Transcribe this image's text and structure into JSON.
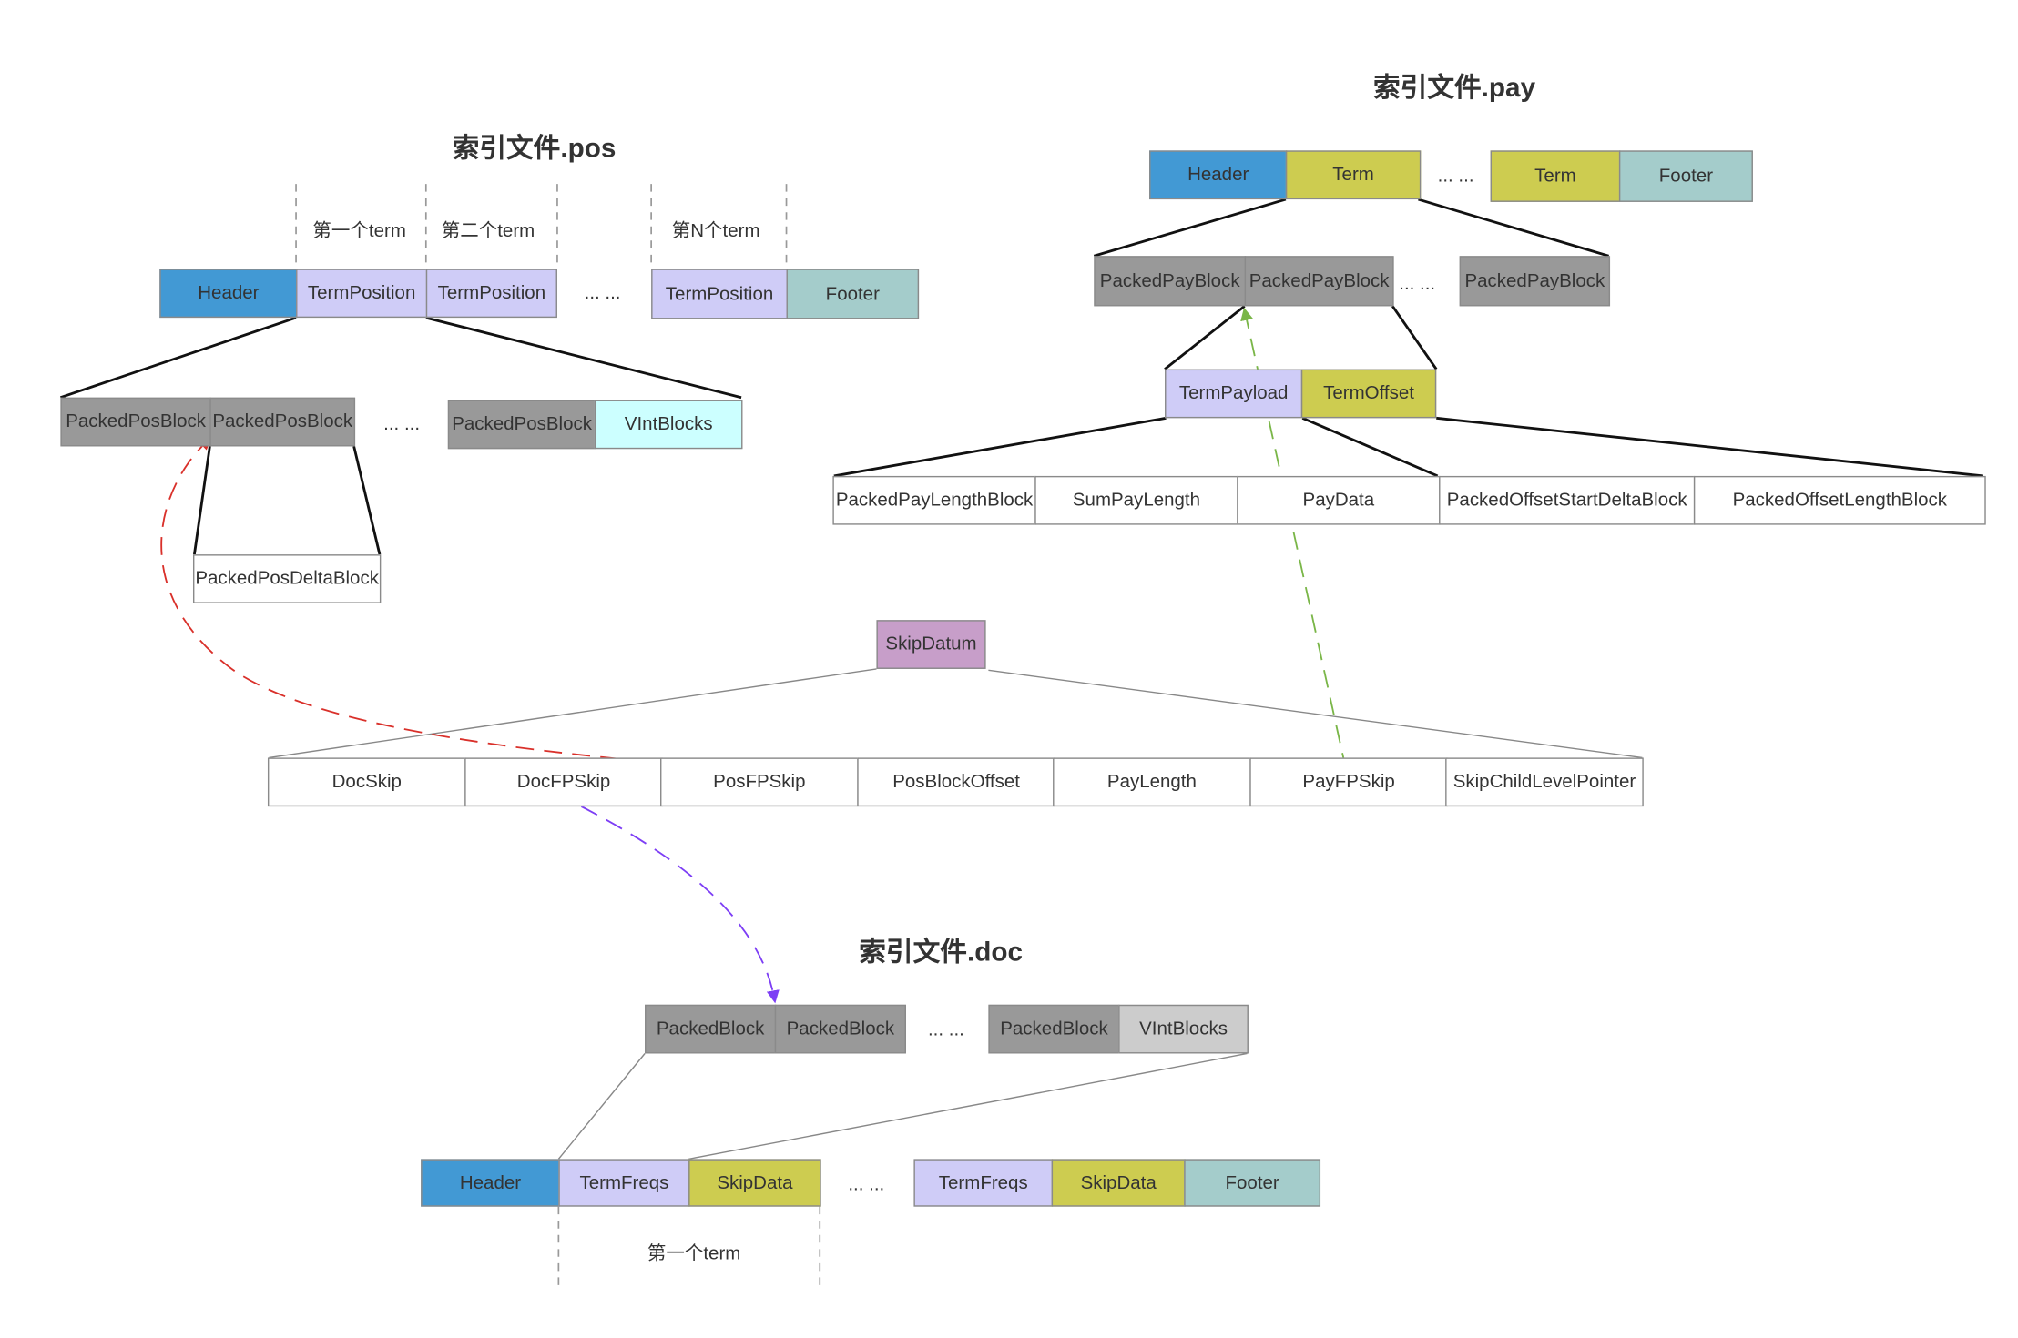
{
  "titles": {
    "pos": "索引文件.pos",
    "pay": "索引文件.pay",
    "doc": "索引文件.doc"
  },
  "pos": {
    "term_labels": [
      "第一个term",
      "第二个term",
      "第N个term"
    ],
    "row1": [
      "Header",
      "TermPosition",
      "TermPosition",
      "TermPosition",
      "Footer"
    ],
    "ellipsis": "... ...",
    "row2": [
      "PackedPosBlock",
      "PackedPosBlock",
      "PackedPosBlock",
      "VIntBlocks"
    ],
    "delta_block": "PackedPosDeltaBlock"
  },
  "pay": {
    "row1": [
      "Header",
      "Term",
      "Term",
      "Footer"
    ],
    "ellipsis": "... ...",
    "row2": [
      "PackedPayBlock",
      "PackedPayBlock",
      "PackedPayBlock"
    ],
    "row3": [
      "TermPayload",
      "TermOffset"
    ],
    "row4": [
      "PackedPayLengthBlock",
      "SumPayLength",
      "PayData",
      "PackedOffsetStartDeltaBlock",
      "PackedOffsetLengthBlock"
    ]
  },
  "skip": {
    "datum": "SkipDatum",
    "fields": [
      "DocSkip",
      "DocFPSkip",
      "PosFPSkip",
      "PosBlockOffset",
      "PayLength",
      "PayFPSkip",
      "SkipChildLevelPointer"
    ]
  },
  "doc": {
    "row1": [
      "PackedBlock",
      "PackedBlock",
      "PackedBlock",
      "VIntBlocks"
    ],
    "ellipsis": "... ...",
    "row2": [
      "Header",
      "TermFreqs",
      "SkipData",
      "TermFreqs",
      "SkipData",
      "Footer"
    ],
    "term_label": "第一个term"
  },
  "colors": {
    "header": "#4299d4",
    "term_position": "#cfccf7",
    "packed_block": "#999999",
    "footer": "#a4cccb",
    "term": "#cdcc50",
    "vint_blocks_pos": "#ccffff",
    "skip_datum": "#c79ec9",
    "vint_blocks_doc": "#cccccc",
    "arrow_pos": "#d9302a",
    "arrow_pay": "#7ab648",
    "arrow_doc": "#7d3ef5"
  }
}
